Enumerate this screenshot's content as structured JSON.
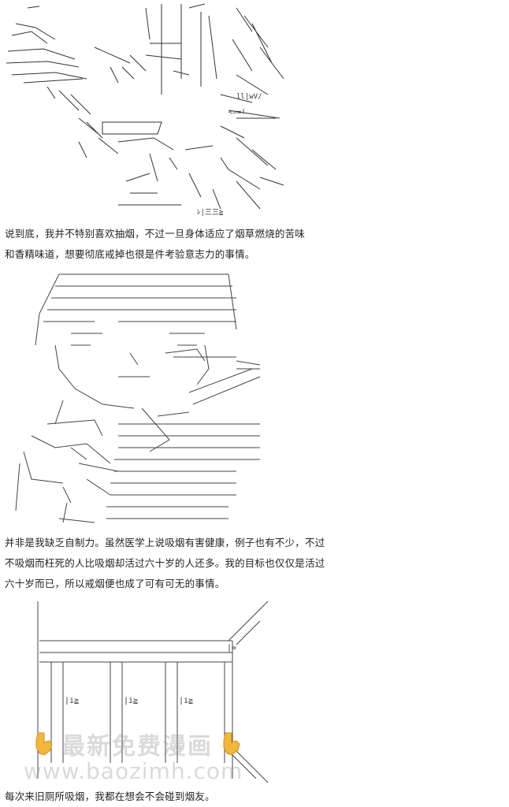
{
  "paragraphs": [
    {
      "lines": [
        "说到底，我并不特别喜欢抽烟，不过一旦身体适应了烟草燃烧的苦味",
        "和香精味道，想要彻底戒掉也很是件考验意志力的事情。"
      ]
    },
    {
      "lines": [
        "并非是我缺乏自制力。虽然医学上说吸烟有害健康，例子也有不少，不过",
        "不吸烟而枉死的人比吸烟却活过六十岁的人还多。我的目标也仅仅是活过",
        "六十岁而已，所以戒烟便也成了可有可无的事情。"
      ]
    },
    {
      "lines": [
        "每次来旧厕所吸烟，我都在想会不会碰到烟友。"
      ]
    }
  ],
  "watermark": {
    "title": "最新免费漫画",
    "url": "www.baozimh.com",
    "hand_icon": "pointing-down-hand-icon"
  },
  "art": {
    "stroke_color": "#333333",
    "panel1_text": "ﾚ|三三≧",
    "panel3_labels": [
      "|=",
      "|i≧",
      "|i≧",
      "|i≧"
    ]
  }
}
